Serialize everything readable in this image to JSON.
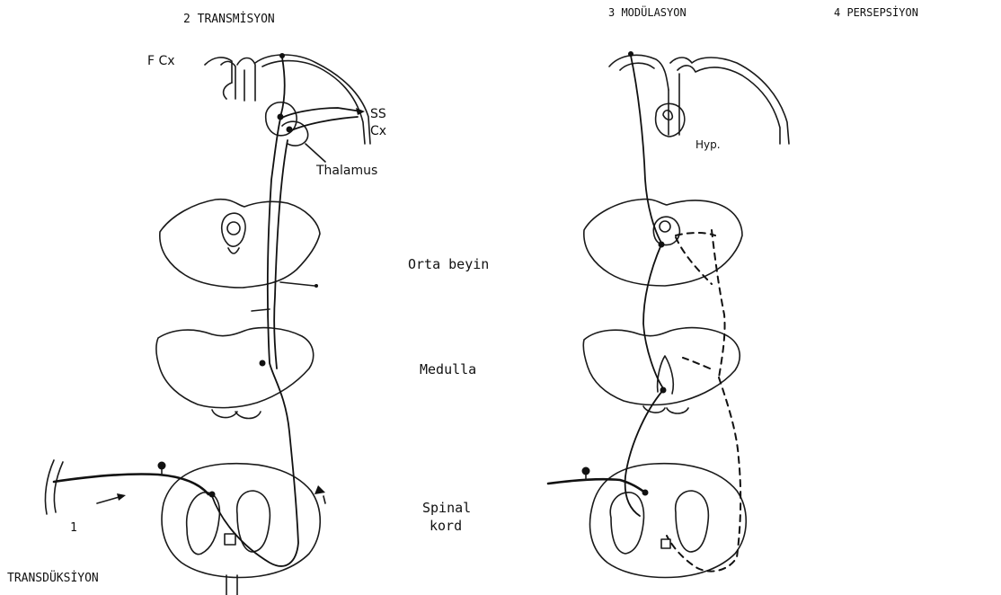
{
  "stages": {
    "transduction": "TRANSDÜKSİYON",
    "transduction_number": "1",
    "transmission": "2 TRANSMİSYON",
    "modulation": "3 MODÜLASYON",
    "perception": "4 PERSEPSİYON"
  },
  "labels": {
    "frontal_cortex": "F Cx",
    "somatosensory_1": "SS",
    "somatosensory_2": "Cx",
    "thalamus": "Thalamus",
    "hypothalamus": "Hyp.",
    "midbrain": "Orta beyin",
    "medulla": "Medulla",
    "spinal_1": "Spinal",
    "spinal_2": "kord"
  }
}
